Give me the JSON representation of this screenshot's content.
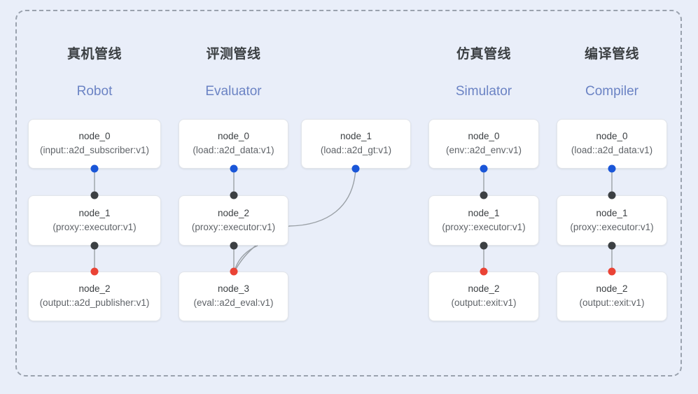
{
  "diagram": {
    "background_color": "#e9eef9",
    "panel_border_color": "#9aa2ae",
    "port_colors": {
      "input": "#1a56d8",
      "output": "#ea4335",
      "intermediate": "#3c4043"
    }
  },
  "columns": [
    {
      "id": "robot",
      "title_cn": "真机管线",
      "title_en": "Robot",
      "nodes": [
        {
          "name": "node_0",
          "type": "(input::a2d_subscriber:v1)"
        },
        {
          "name": "node_1",
          "type": "(proxy::executor:v1)"
        },
        {
          "name": "node_2",
          "type": "(output::a2d_publisher:v1)"
        }
      ]
    },
    {
      "id": "evaluator",
      "title_cn": "评测管线",
      "title_en": "Evaluator",
      "nodes": [
        {
          "name": "node_0",
          "type": "(load::a2d_data:v1)"
        },
        {
          "name": "node_1",
          "type": "(load::a2d_gt:v1)"
        },
        {
          "name": "node_2",
          "type": "(proxy::executor:v1)"
        },
        {
          "name": "node_3",
          "type": "(eval::a2d_eval:v1)"
        }
      ]
    },
    {
      "id": "simulator",
      "title_cn": "仿真管线",
      "title_en": "Simulator",
      "nodes": [
        {
          "name": "node_0",
          "type": "(env::a2d_env:v1)"
        },
        {
          "name": "node_1",
          "type": "(proxy::executor:v1)"
        },
        {
          "name": "node_2",
          "type": "(output::exit:v1)"
        }
      ]
    },
    {
      "id": "compiler",
      "title_cn": "编译管线",
      "title_en": "Compiler",
      "nodes": [
        {
          "name": "node_0",
          "type": "(load::a2d_data:v1)"
        },
        {
          "name": "node_1",
          "type": "(proxy::executor:v1)"
        },
        {
          "name": "node_2",
          "type": "(output::exit:v1)"
        }
      ]
    }
  ]
}
